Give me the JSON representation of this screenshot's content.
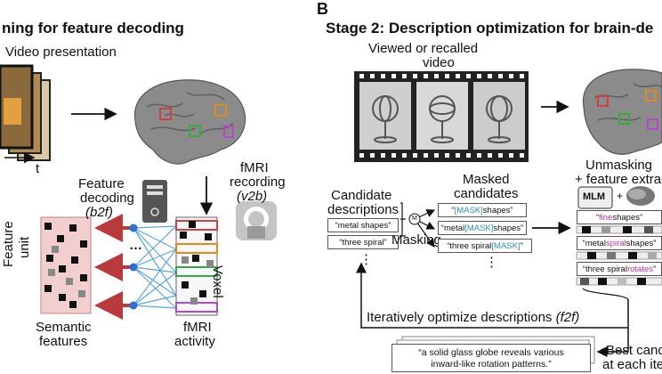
{
  "panel_a": {
    "title": "ning for feature decoding",
    "video_label": "Video presentation",
    "time_label": "t",
    "recording_line1": "fMRI",
    "recording_line2": "recording",
    "recording_code": "(v2b)",
    "decoding_line1": "Feature",
    "decoding_line2": "decoding",
    "decoding_code": "(b2f)",
    "feature_unit_line1": "Feature",
    "feature_unit_line2": "unit",
    "voxel_label": "Voxel",
    "ellipsis": "…",
    "semantic_line1": "Semantic",
    "semantic_line2": "features",
    "fmri_line1": "fMRI",
    "fmri_line2": "activity"
  },
  "panel_b": {
    "letter": "B",
    "title": "Stage 2: Description optimization for brain-de",
    "viewed_line1": "Viewed or recalled",
    "viewed_line2": "video",
    "candidate_line1": "Candidate",
    "candidate_line2": "descriptions",
    "cand1": "“metal shapes”",
    "cand2": "“three spiral”",
    "vdots": "⋮",
    "masking_label": "Masking",
    "m_symbol": "M",
    "masked_line1": "Masked",
    "masked_line2": "candidates",
    "masked1_mask": "[MASK]",
    "masked1_rest": " shapes”",
    "masked2_pre": "“metal ",
    "masked2_mask": "[MASK]",
    "masked2_rest": " shapes”",
    "masked3_pre": "“three spiral ",
    "masked3_mask": "[MASK]",
    "masked3_rest": "”",
    "unmask_line1": "Unmasking",
    "unmask_line2": "+ feature extracti",
    "mlm_label": "MLM",
    "plus": "+",
    "res1_word": "fine",
    "res1_rest": " shapes”",
    "res2_pre": "“metal ",
    "res2_word": "spiral",
    "res2_rest": " shapes”",
    "res3_pre": "“three spiral ",
    "res3_word": "rotates",
    "res3_rest": "”",
    "iterate_label": "Iteratively optimize descriptions",
    "iterate_code": "(f2f)",
    "best_line1": "Best cand",
    "best_line2": "at each ite",
    "final_line1": "“a solid glass globe reveals various",
    "final_line2": "inward-like rotation patterns.”"
  },
  "colors": {
    "mask_blue": "#2a8fbf",
    "highlight_magenta": "#c02ea0",
    "arrow_red": "#b83a3a",
    "node_blue": "#2f6fd0",
    "roi_orange": "#e08a1e",
    "roi_green": "#3aa845",
    "roi_purple": "#b448c8",
    "roi_red": "#d04040"
  }
}
